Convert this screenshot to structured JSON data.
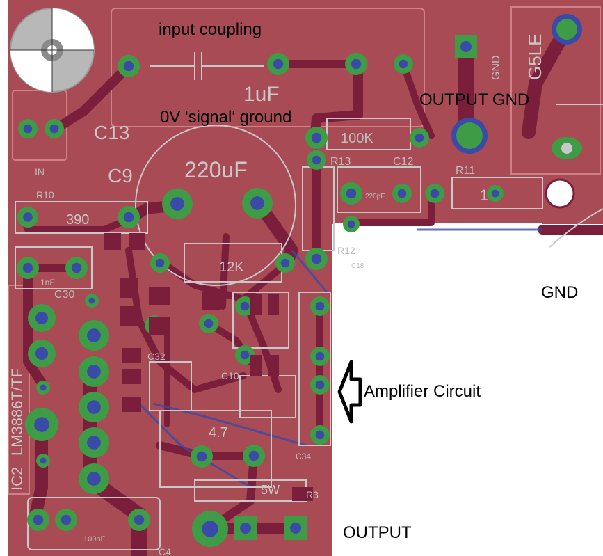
{
  "annotations": {
    "input_coupling": "input coupling",
    "signal_ground": "0V 'signal' ground",
    "output_gnd": "OUTPUT GND",
    "gnd": "GND",
    "amplifier_circuit": "Amplifier Circuit",
    "output": "OUTPUT"
  },
  "silkscreen": {
    "c13": "C13",
    "cap_1uf": "1uF",
    "c9": "C9",
    "cap_220uf": "220uF",
    "r13": "R13",
    "r13_value": "100K",
    "c12": "C12",
    "r11": "R11",
    "r11_value": "1",
    "r10": "R10",
    "r10_value": "390",
    "c30": "C30",
    "cap_1nf": "1nF",
    "r_12k": "12K",
    "r12": "R12",
    "c10": "C10",
    "c32": "C32",
    "ic2": "IC2",
    "ic2_part": "LM3886T/TF",
    "r_47": "4.7",
    "r_5w": "5W",
    "r3": "R3",
    "c34": "C34",
    "c4": "C4",
    "cap_100nf": "100nF",
    "g5le": "G5LE",
    "in_label": "IN",
    "gnd_vertical": "GND",
    "c18": "C18",
    "cap_220pf": "220pF"
  },
  "colors": {
    "board": "#a84b55",
    "trace": "#7a1e3c",
    "pad": "#3d9c45",
    "via": "#3a4aa8",
    "silk": "#c8c8c8",
    "background": "#ffffff",
    "arrow": "#000000"
  }
}
